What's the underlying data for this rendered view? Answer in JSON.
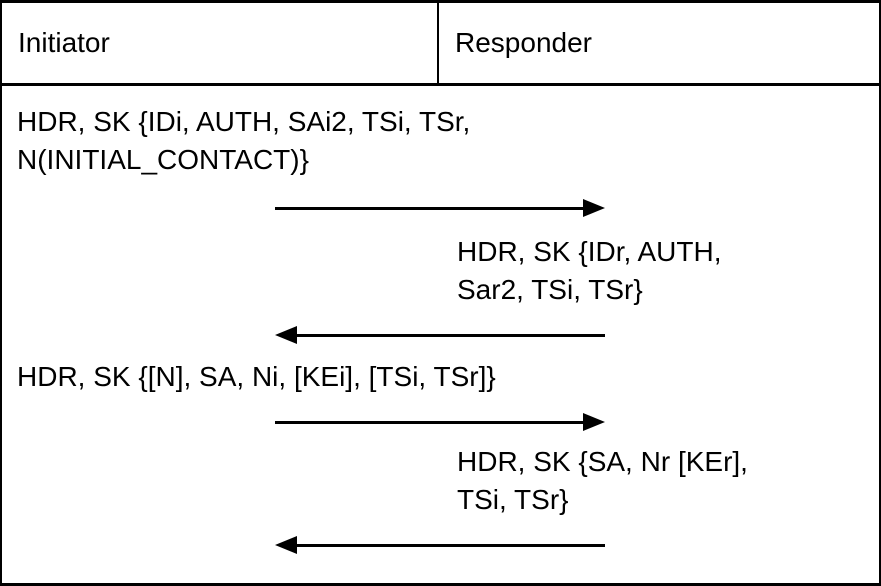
{
  "diagram": {
    "title": "IKEv2 message exchange between Initiator and Responder",
    "colors": {
      "background": "#ffffff",
      "border": "#000000",
      "text": "#000000",
      "arrow": "#000000"
    },
    "header": {
      "initiator_label": "Initiator",
      "responder_label": "Responder"
    },
    "messages": [
      {
        "from": "initiator",
        "to": "responder",
        "direction": "right",
        "lines": [
          "HDR, SK {IDi, AUTH, SAi2, TSi, TSr,",
          "N(INITIAL_CONTACT)}"
        ]
      },
      {
        "from": "responder",
        "to": "initiator",
        "direction": "left",
        "lines": [
          "HDR, SK {IDr, AUTH,",
          "Sar2, TSi, TSr}"
        ]
      },
      {
        "from": "initiator",
        "to": "responder",
        "direction": "right",
        "lines": [
          "HDR, SK {[N], SA, Ni, [KEi], [TSi, TSr]}"
        ]
      },
      {
        "from": "responder",
        "to": "initiator",
        "direction": "left",
        "lines": [
          "HDR, SK {SA, Nr [KEr],",
          "TSi, TSr}"
        ]
      }
    ]
  }
}
